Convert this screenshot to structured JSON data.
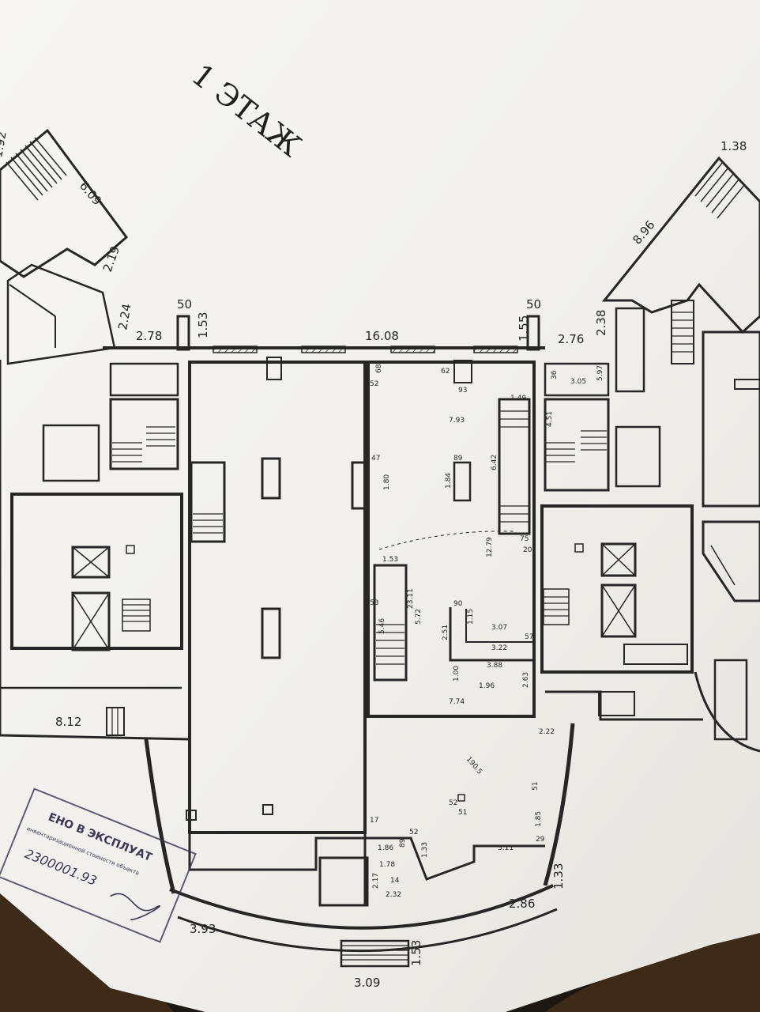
{
  "plan": {
    "title": "1 ЭТАЖ",
    "top": {
      "d1_92": "1.92",
      "d6_09": "6.09",
      "d2_19": "2.19",
      "d2_24": "2.24",
      "d2_78": "2.78",
      "d50_left": "50",
      "d1_53_top": "1.53",
      "d16_08": "16.08",
      "d50_right": "50",
      "d1_55": "1.55",
      "d2_76": "2.76",
      "d2_38": "2.38",
      "d8_96": "8.96",
      "d1_38": "1.38"
    },
    "rooms": {
      "d68": "68",
      "d52": "52",
      "d62": "62",
      "d93": "93",
      "d1_49": "1.49",
      "d7_93": "7.93",
      "d89": "89",
      "d1_84": "1.84",
      "d47": "47",
      "d1_80": "1.80",
      "d6_42": "6.42",
      "d12_79": "12.79",
      "d1_53_in": "1.53",
      "d23_11": "23.11",
      "d5_72": "5.72",
      "d5_46": "5.46",
      "d90": "90",
      "d1_15": "1.15",
      "d2_51": "2.51",
      "d3_07": "3.07",
      "d57": "57",
      "d3_22": "3.22",
      "d3_88": "3.88",
      "d1_00": "1.00",
      "d1_96": "1.96",
      "d2_63": "2.63",
      "d7_74": "7.74",
      "d2_22": "2.22",
      "d190_5": "190.5",
      "d52b": "52",
      "d51": "51",
      "d51b": "51",
      "d1_86": "1.86",
      "d89b": "89",
      "d1_78": "1.78",
      "d1_33_in": "1.33",
      "d2_17": "2.17",
      "d14": "14",
      "d2_32": "2.32",
      "d3_11": "3.11",
      "d1_85": "1.85",
      "d29": "29",
      "d17": "17",
      "d53": "53",
      "d36": "36",
      "d3_05": "3.05",
      "d5_97": "5.97",
      "d4_51": "4.51",
      "d20": "20",
      "d75": "75"
    },
    "bottom": {
      "d8_12": "8.12",
      "d2_86": "2.86",
      "d1_33": "1.33",
      "d1_53": "1.53",
      "d3_09": "3.09",
      "d3_93": "3.93"
    },
    "stamp": {
      "line1": "ЕНО В ЭКСПЛУАТ",
      "line2": "инвентаризационной стоимости объекта",
      "line3": "2300001.93"
    }
  },
  "colors": {
    "paper": "#f4f3f0",
    "ink": "#262626",
    "stamp": "#3c3658",
    "table": "#1c1712"
  }
}
